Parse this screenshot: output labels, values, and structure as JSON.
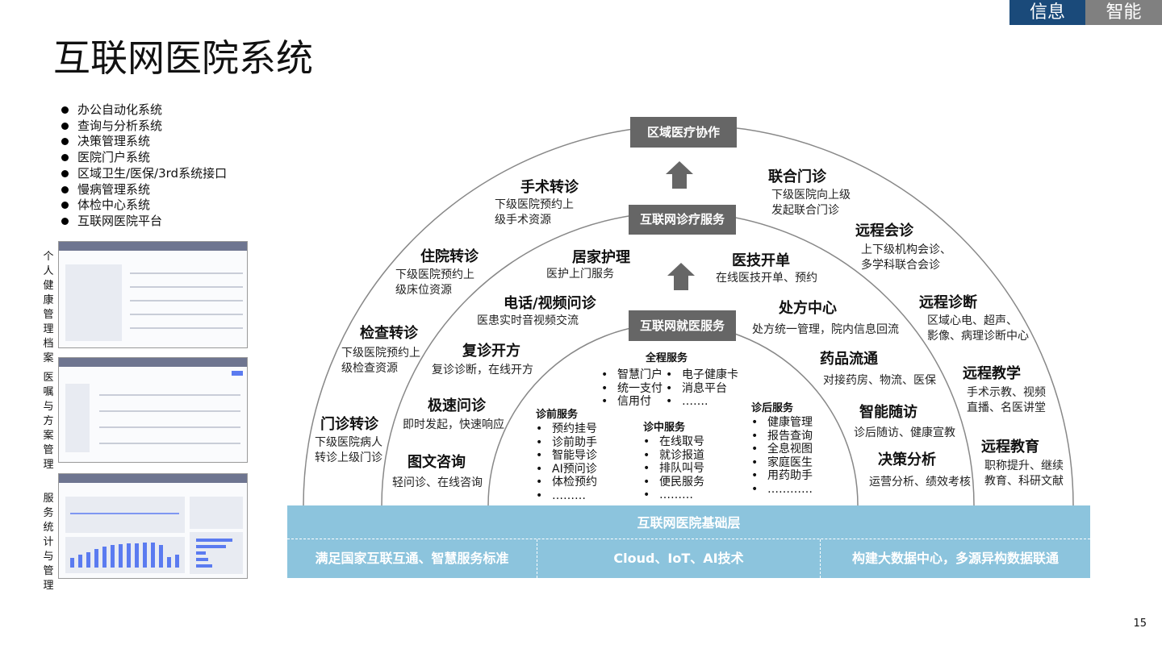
{
  "header": {
    "tabs": [
      "信息",
      "智能"
    ],
    "title": "互联网医院系统",
    "page_number": "15"
  },
  "systems": [
    "办公自动化系统",
    "查询与分析系统",
    "决策管理系统",
    "医院门户系统",
    "区域卫生/医保/3rd系统接口",
    "慢病管理系统",
    "体检中心系统",
    "互联网医院平台"
  ],
  "screenshots": [
    {
      "label": "个人健康管理档案"
    },
    {
      "label": "医嘱与方案管理"
    },
    {
      "label": "服务统计与管理"
    }
  ],
  "layers": {
    "top": "区域医疗协作",
    "middle": "互联网诊疗服务",
    "inner": "互联网就医服务"
  },
  "outer_ring": [
    {
      "title": "手术转诊",
      "desc": [
        "下级医院预约上",
        "级手术资源"
      ]
    },
    {
      "title": "住院转诊",
      "desc": [
        "下级医院预约上",
        "级床位资源"
      ]
    },
    {
      "title": "检查转诊",
      "desc": [
        "下级医院预约上",
        "级检查资源"
      ]
    },
    {
      "title": "门诊转诊",
      "desc": [
        "下级医院病人",
        "转诊上级门诊"
      ]
    },
    {
      "title": "联合门诊",
      "desc": [
        "下级医院向上级",
        "发起联合门诊"
      ]
    },
    {
      "title": "远程会诊",
      "desc": [
        "上下级机构会诊、",
        "多学科联合会诊"
      ]
    },
    {
      "title": "远程诊断",
      "desc": [
        "区域心电、超声、",
        "影像、病理诊断中心"
      ]
    },
    {
      "title": "远程教学",
      "desc": [
        "手术示教、视频",
        "直播、名医讲堂"
      ]
    },
    {
      "title": "远程教育",
      "desc": [
        "职称提升、继续",
        "教育、科研文献"
      ]
    }
  ],
  "middle_ring": [
    {
      "title": "居家护理",
      "desc": "医护上门服务"
    },
    {
      "title": "电话/视频问诊",
      "desc": "医患实时音视频交流"
    },
    {
      "title": "复诊开方",
      "desc": "复诊诊断，在线开方"
    },
    {
      "title": "极速问诊",
      "desc": "即时发起，快速响应"
    },
    {
      "title": "图文咨询",
      "desc": "轻问诊、在线咨询"
    },
    {
      "title": "医技开单",
      "desc": "在线医技开单、预约"
    },
    {
      "title": "处方中心",
      "desc": "处方统一管理，院内信息回流"
    },
    {
      "title": "药品流通",
      "desc": "对接药房、物流、医保"
    },
    {
      "title": "智能随访",
      "desc": "诊后随访、健康宣教"
    },
    {
      "title": "决策分析",
      "desc": "运营分析、绩效考核"
    }
  ],
  "inner": {
    "full": {
      "title": "全程服务",
      "col1": [
        "智慧门户",
        "统一支付",
        "信用付"
      ],
      "col2": [
        "电子健康卡",
        "消息平台",
        "……."
      ]
    },
    "pre": {
      "title": "诊前服务",
      "items": [
        "预约挂号",
        "诊前助手",
        "智能导诊",
        "AI预问诊",
        "体检预约",
        "………"
      ]
    },
    "mid": {
      "title": "诊中服务",
      "items": [
        "在线取号",
        "就诊报道",
        "排队叫号",
        "便民服务",
        "………"
      ]
    },
    "post": {
      "title": "诊后服务",
      "items": [
        "健康管理",
        "报告查询",
        "全息视图",
        "家庭医生",
        "用药助手",
        "…………"
      ]
    }
  },
  "base": {
    "title": "互联网医院基础层",
    "cells": [
      "满足国家互联互通、智慧服务标准",
      "Cloud、IoT、AI技术",
      "构建大数据中心，多源异构数据联通"
    ]
  }
}
